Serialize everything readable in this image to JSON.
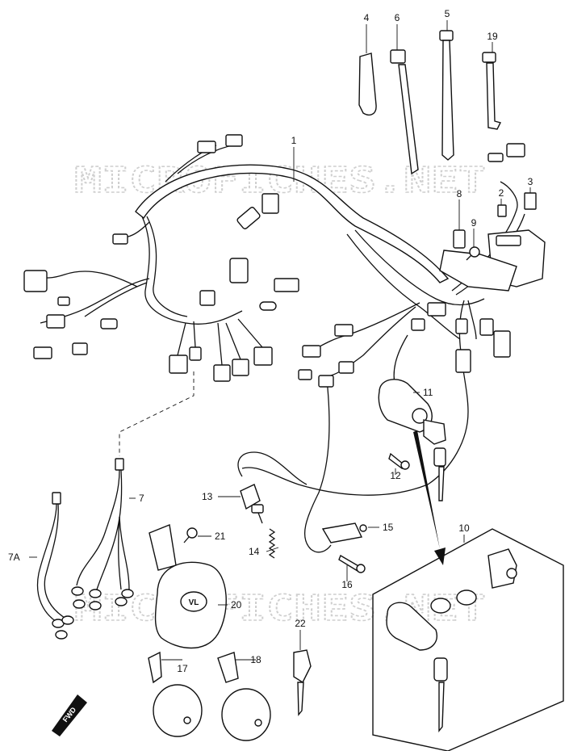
{
  "watermark": "MICROFICHES.NET",
  "fwd_label": "FWD",
  "callouts": {
    "c1": "1",
    "c2": "2",
    "c3": "3",
    "c4": "4",
    "c5": "5",
    "c6": "6",
    "c7": "7",
    "c7a": "7A",
    "c8": "8",
    "c9": "9",
    "c10": "10",
    "c11": "11",
    "c12": "12",
    "c13": "13",
    "c14": "14",
    "c15": "15",
    "c16": "16",
    "c17": "17",
    "c18": "18",
    "c19": "19",
    "c20": "20",
    "c21": "21",
    "c22": "22"
  },
  "horn_badge": "VL",
  "parts": [
    {
      "ref": "1",
      "name": "wiring-harness"
    },
    {
      "ref": "2",
      "name": "fuse"
    },
    {
      "ref": "3",
      "name": "fuse"
    },
    {
      "ref": "4",
      "name": "clamp"
    },
    {
      "ref": "5",
      "name": "clamp"
    },
    {
      "ref": "6",
      "name": "clamp"
    },
    {
      "ref": "7",
      "name": "sub-harness"
    },
    {
      "ref": "7A",
      "name": "sub-harness"
    },
    {
      "ref": "8",
      "name": "bracket"
    },
    {
      "ref": "9",
      "name": "screw"
    },
    {
      "ref": "10",
      "name": "lock-set"
    },
    {
      "ref": "11",
      "name": "ignition-switch"
    },
    {
      "ref": "12",
      "name": "bolt"
    },
    {
      "ref": "13",
      "name": "rear-brake-switch"
    },
    {
      "ref": "14",
      "name": "spring"
    },
    {
      "ref": "15",
      "name": "switch"
    },
    {
      "ref": "16",
      "name": "bolt"
    },
    {
      "ref": "17",
      "name": "horn"
    },
    {
      "ref": "18",
      "name": "horn"
    },
    {
      "ref": "19",
      "name": "clamp"
    },
    {
      "ref": "20",
      "name": "horn-cover"
    },
    {
      "ref": "21",
      "name": "bolt"
    },
    {
      "ref": "22",
      "name": "key-blank"
    }
  ]
}
